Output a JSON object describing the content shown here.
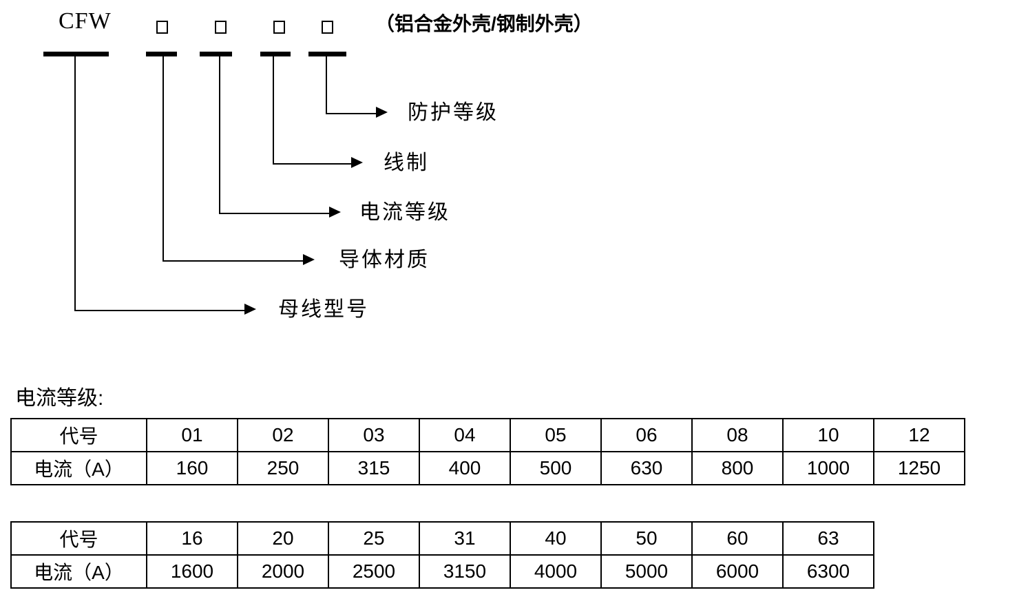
{
  "diagram": {
    "model_prefix": "CFW",
    "enclosure_note": "（铝合金外壳/钢制外壳）",
    "placeholders": [
      "□",
      "□",
      "□",
      "□"
    ],
    "callouts": [
      {
        "id": "protection-rating",
        "text": "防护等级"
      },
      {
        "id": "wire-system",
        "text": "线制"
      },
      {
        "id": "current-rating",
        "text": "电流等级"
      },
      {
        "id": "conductor-material",
        "text": "导体材质"
      },
      {
        "id": "busbar-model",
        "text": "母线型号"
      }
    ]
  },
  "section_heading": "电流等级:",
  "tables": [
    {
      "code_label": "代号",
      "current_label": "电流（A）",
      "codes": [
        "01",
        "02",
        "03",
        "04",
        "05",
        "06",
        "08",
        "10",
        "12"
      ],
      "currents": [
        "160",
        "250",
        "315",
        "400",
        "500",
        "630",
        "800",
        "1000",
        "1250"
      ]
    },
    {
      "code_label": "代号",
      "current_label": "电流（A）",
      "codes": [
        "16",
        "20",
        "25",
        "31",
        "40",
        "50",
        "60",
        "63"
      ],
      "currents": [
        "1600",
        "2000",
        "2500",
        "3150",
        "4000",
        "5000",
        "6000",
        "6300"
      ]
    }
  ],
  "colors": {
    "ink": "#000000",
    "background": "#ffffff"
  }
}
